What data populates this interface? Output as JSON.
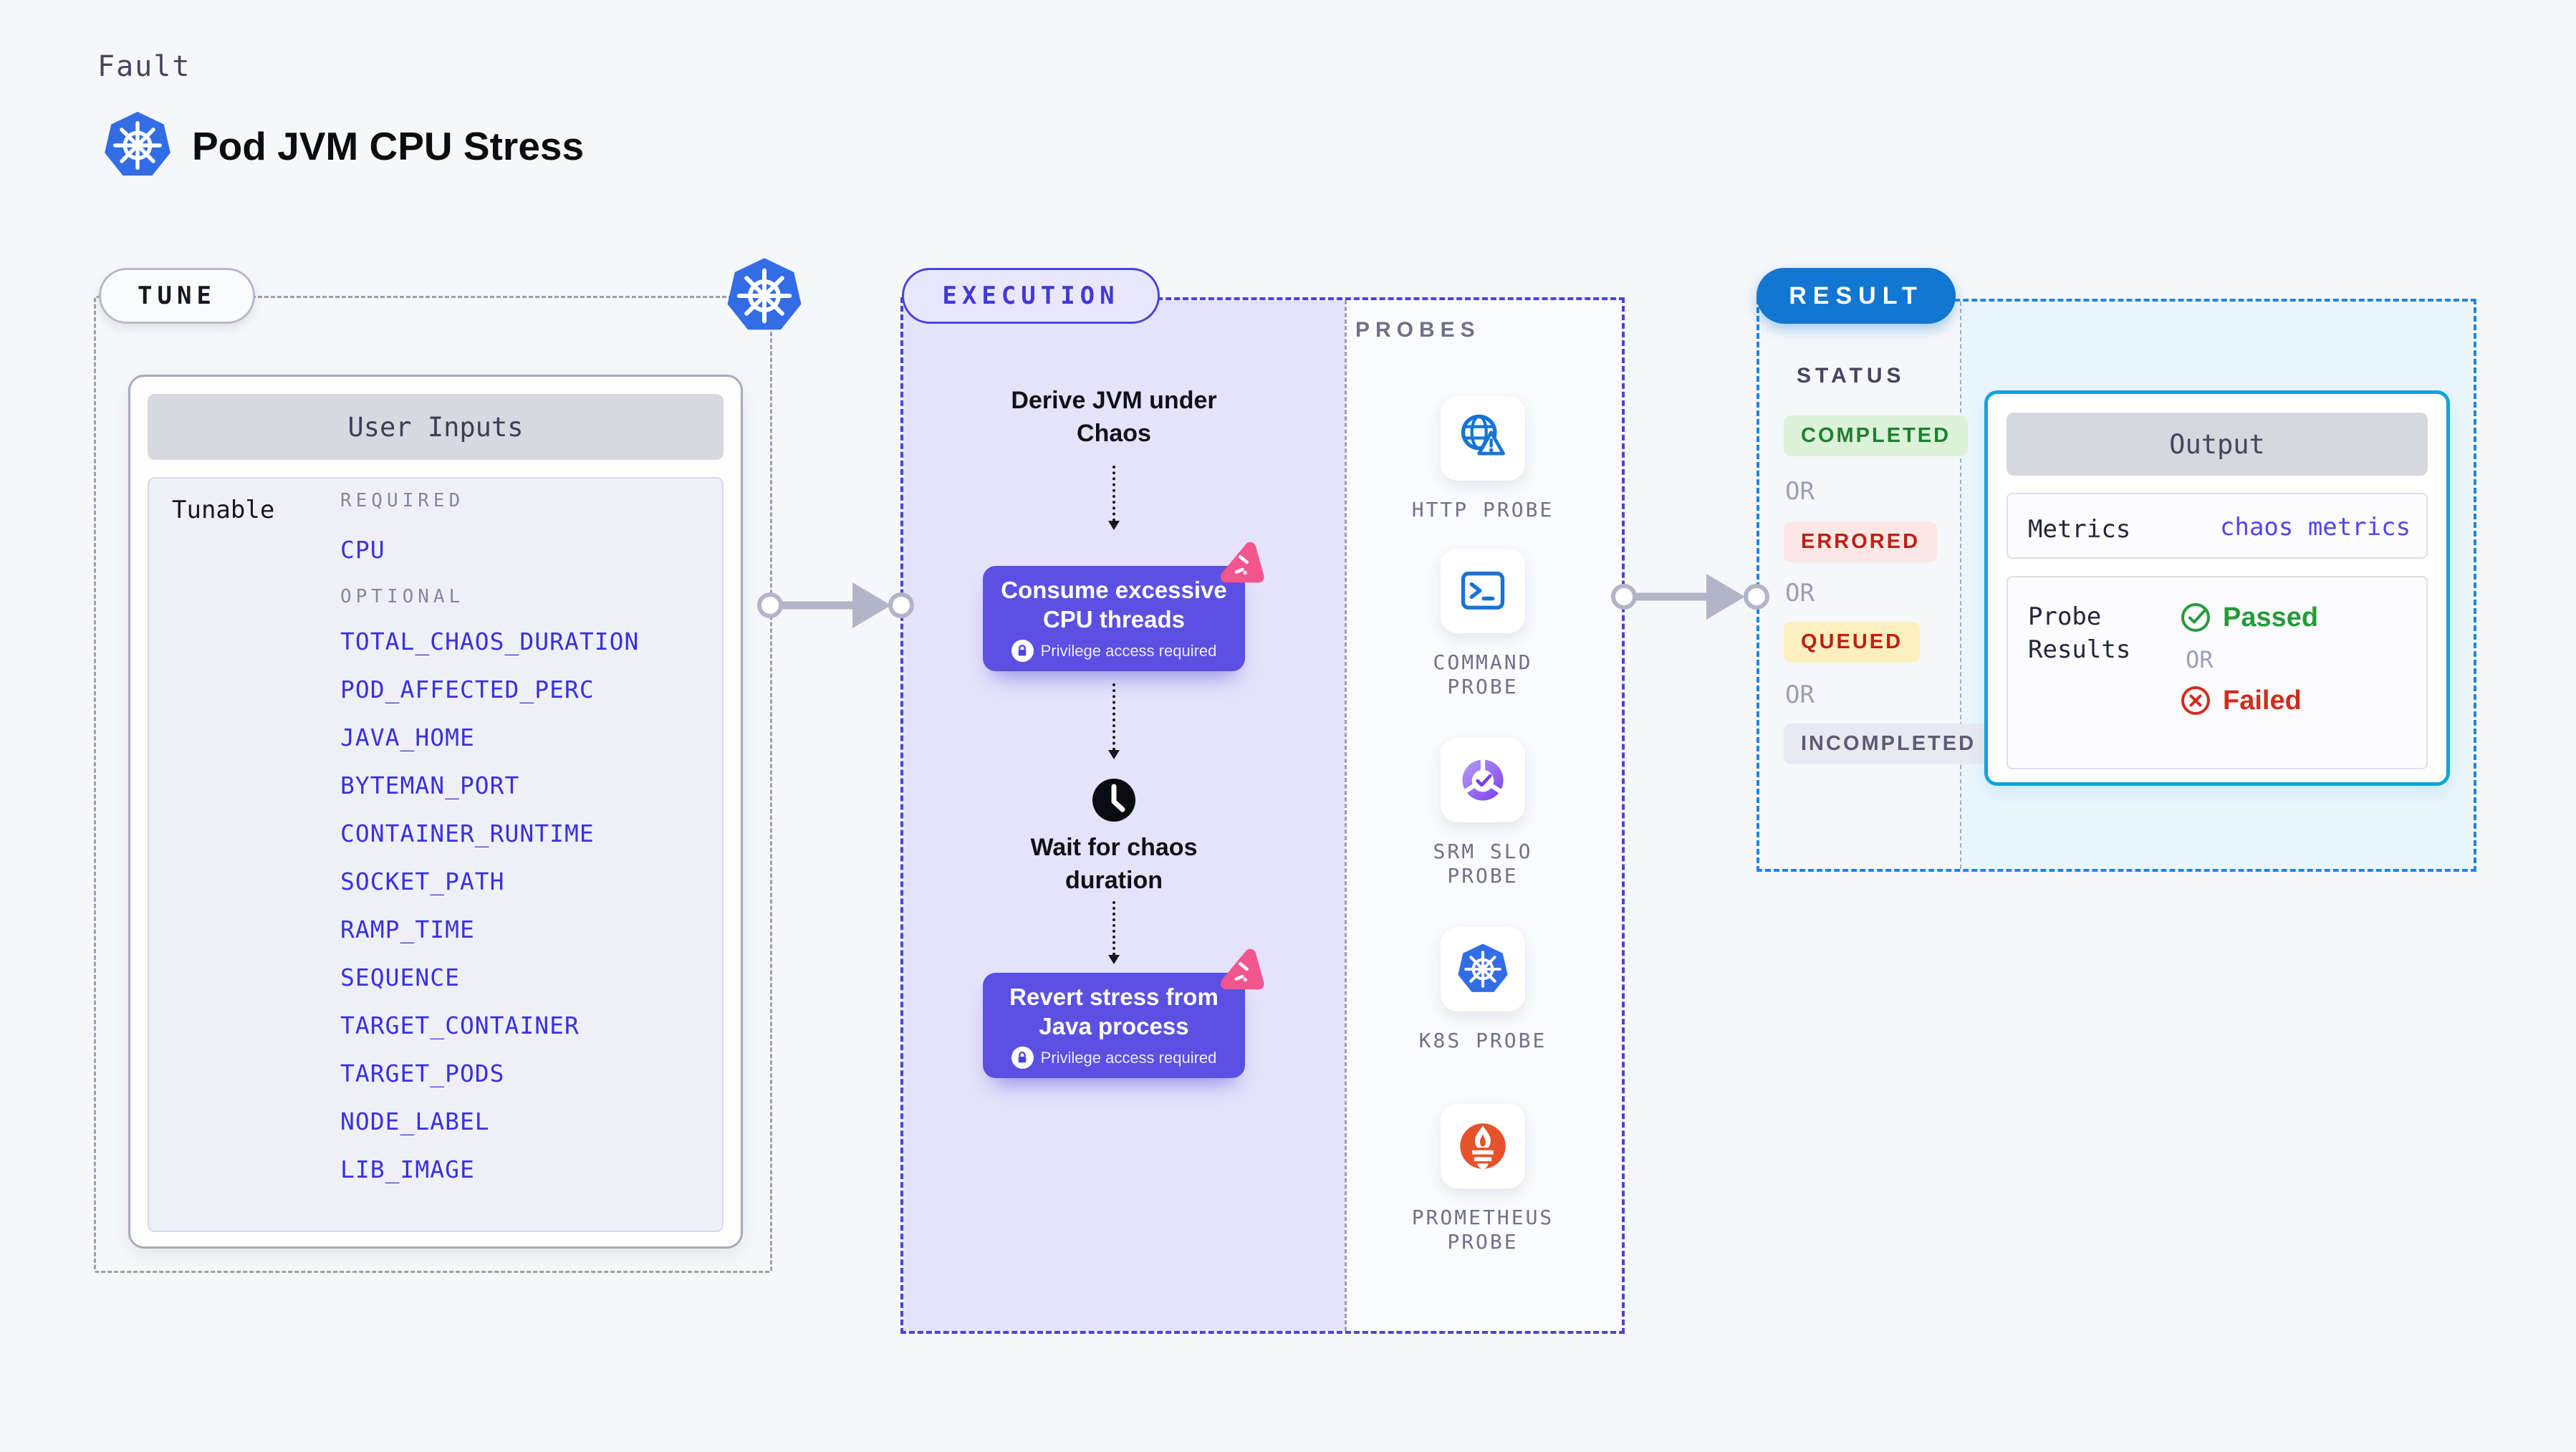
{
  "header": {
    "kicker": "Fault",
    "title": "Pod JVM CPU Stress"
  },
  "tune": {
    "badge": "TUNE",
    "panel_title": "User Inputs",
    "row_label": "Tunable",
    "required_label": "REQUIRED",
    "required_items": [
      "CPU"
    ],
    "optional_label": "OPTIONAL",
    "optional_items": [
      "TOTAL_CHAOS_DURATION",
      "POD_AFFECTED_PERC",
      "JAVA_HOME",
      "BYTEMAN_PORT",
      "CONTAINER_RUNTIME",
      "SOCKET_PATH",
      "RAMP_TIME",
      "SEQUENCE",
      "TARGET_CONTAINER",
      "TARGET_PODS",
      "NODE_LABEL",
      "LIB_IMAGE"
    ]
  },
  "execution": {
    "badge": "EXECUTION",
    "steps": {
      "derive": "Derive JVM under Chaos",
      "consume": "Consume excessive CPU threads",
      "wait": "Wait for chaos duration",
      "revert": "Revert stress from Java process"
    },
    "privilege_note": "Privilege access required"
  },
  "probes": {
    "label": "PROBES",
    "items": [
      "HTTP PROBE",
      "COMMAND PROBE",
      "SRM SLO PROBE",
      "K8S PROBE",
      "PROMETHEUS PROBE"
    ]
  },
  "result": {
    "badge": "RESULT",
    "status_label": "STATUS",
    "statuses": [
      "COMPLETED",
      "ERRORED",
      "QUEUED",
      "INCOMPLETED"
    ],
    "or_label": "OR",
    "output": {
      "title": "Output",
      "metrics_label": "Metrics",
      "metrics_value": "chaos metrics",
      "probe_results_label": "Probe Results",
      "passed": "Passed",
      "failed": "Failed"
    }
  },
  "colors": {
    "accent_indigo": "#4a42dd",
    "node_purple": "#5b50e2",
    "lavender_bg": "#e4e3fb",
    "k8s_blue": "#326de6",
    "probe_blue": "#1674d4",
    "result_blue": "#1276d3",
    "result_border": "#1e86df",
    "output_border": "#0ea5dc",
    "cyan_bg": "#eaf6fd",
    "green": "#1c8130",
    "green_bg": "#ddf1d8",
    "red": "#bf1f15",
    "red_bg": "#fbe7e6",
    "queued_bg": "#fdefbe",
    "incompleted_text": "#595d72",
    "incompleted_bg": "#e9eaf1",
    "pink": "#f2568f",
    "prometheus_orange": "#e6522c",
    "srm_purple": "#7b3ded",
    "arrow_grey": "#b2b4c7"
  }
}
